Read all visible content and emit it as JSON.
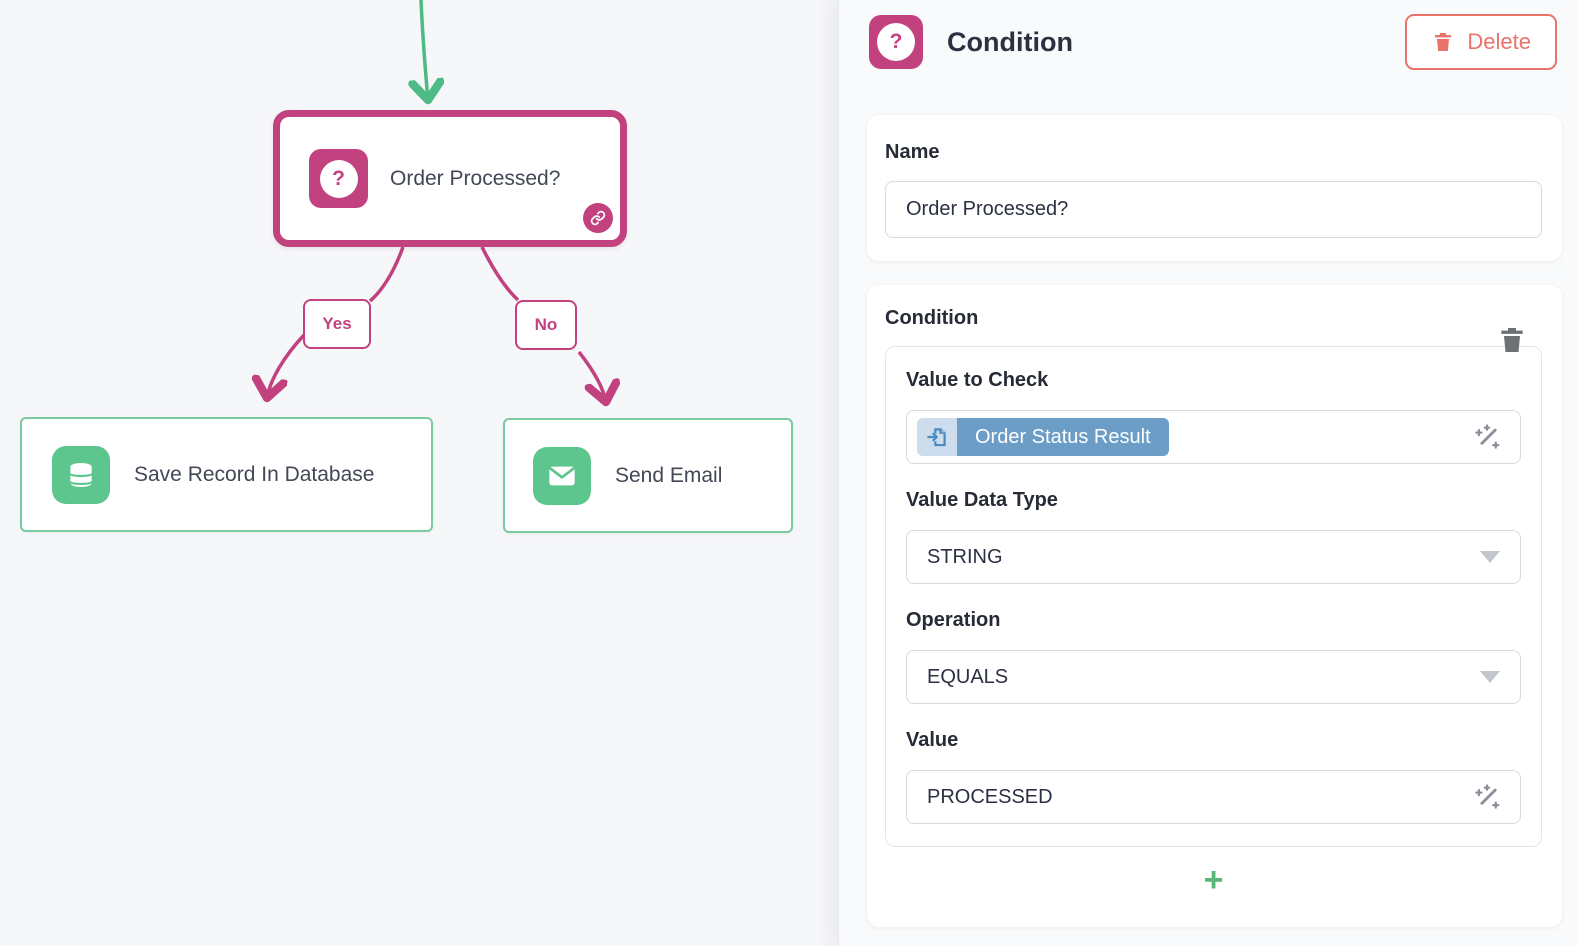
{
  "canvas": {
    "condition_node": {
      "title": "Order Processed?"
    },
    "save_node": {
      "title": "Save Record In Database"
    },
    "email_node": {
      "title": "Send Email"
    },
    "edge_labels": {
      "yes": "Yes",
      "no": "No"
    }
  },
  "panel": {
    "title": "Condition",
    "delete_label": "Delete",
    "name_section": {
      "label": "Name",
      "value": "Order Processed?"
    },
    "condition_section": {
      "label": "Condition",
      "value_to_check": {
        "label": "Value to Check",
        "chip": "Order Status Result"
      },
      "value_data_type": {
        "label": "Value Data Type",
        "value": "STRING"
      },
      "operation": {
        "label": "Operation",
        "value": "EQUALS"
      },
      "value": {
        "label": "Value",
        "value": "PROCESSED"
      },
      "add_label": "+"
    }
  },
  "icons": {
    "question": "?"
  },
  "colors": {
    "accent_pink": "#c2417f",
    "accent_green": "#5cc68e",
    "edge_green": "#4eba85",
    "chip_blue": "#6b9dc7",
    "chip_blue_light": "#cddded",
    "delete_red": "#e8736b",
    "plus_green": "#57b879"
  }
}
